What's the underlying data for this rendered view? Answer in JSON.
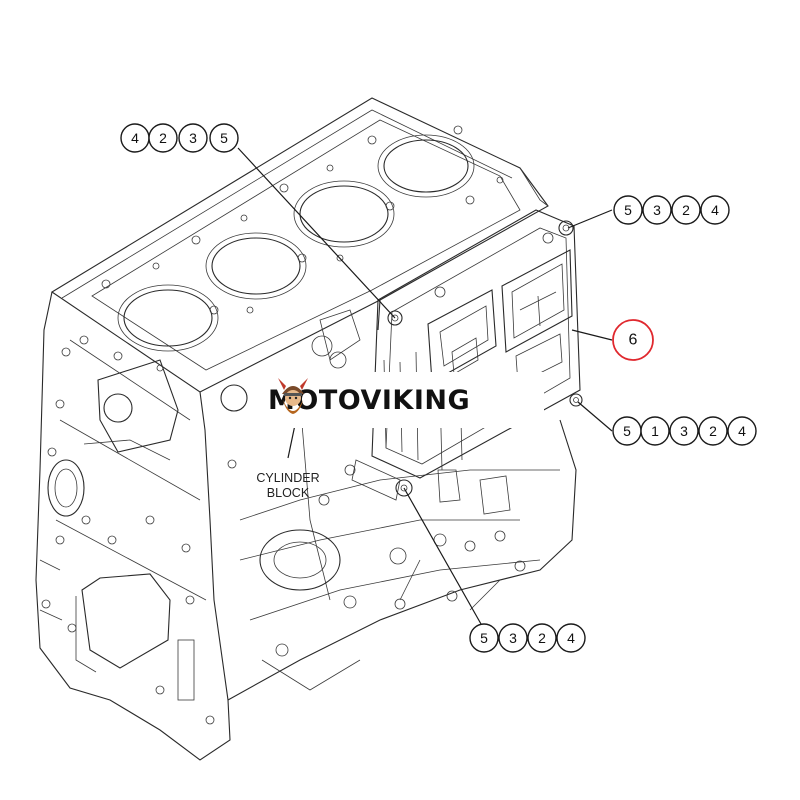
{
  "diagram": {
    "part_label": [
      "CYLINDER",
      "BLOCK"
    ],
    "highlight_color": "#e0282e",
    "callouts": [
      {
        "id": "top-left",
        "numbers": [
          "4",
          "2",
          "3",
          "5"
        ],
        "highlighted": false
      },
      {
        "id": "top-right",
        "numbers": [
          "5",
          "3",
          "2",
          "4"
        ],
        "highlighted": false
      },
      {
        "id": "ecu",
        "numbers": [
          "6"
        ],
        "highlighted": true
      },
      {
        "id": "mid-right",
        "numbers": [
          "5",
          "1",
          "3",
          "2",
          "4"
        ],
        "highlighted": false
      },
      {
        "id": "bottom",
        "numbers": [
          "5",
          "3",
          "2",
          "4"
        ],
        "highlighted": false
      }
    ]
  },
  "watermark": {
    "text": "MOTOVIKING",
    "logo_icon": "viking-head-icon",
    "accent_color": "#c0392b"
  }
}
